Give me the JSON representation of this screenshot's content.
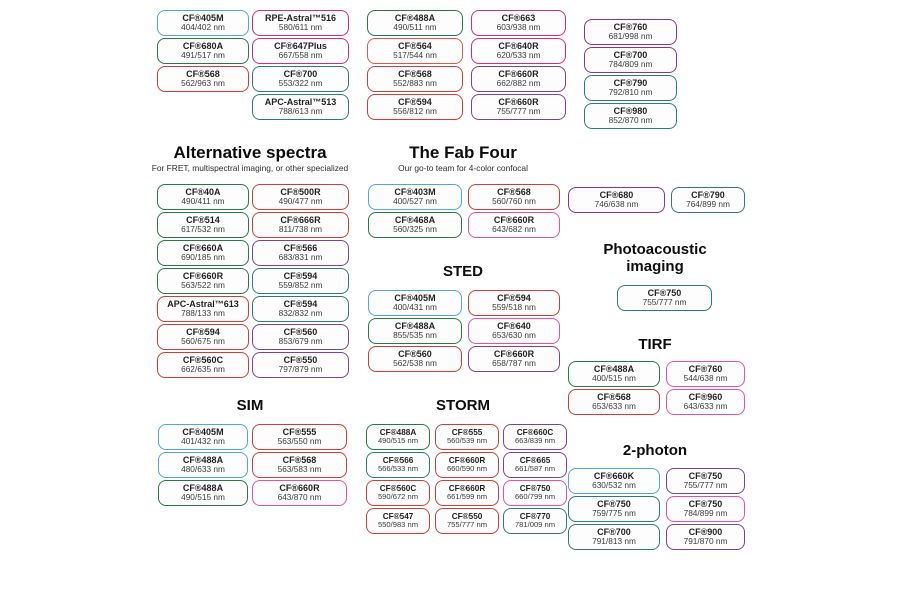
{
  "palette": {
    "blue": "#4aa8de",
    "green": "#27794a",
    "teal": "#2b7d72",
    "red": "#d63a34",
    "orange": "#e25847",
    "magenta": "#d52b7c",
    "pink": "#ec4fa0",
    "purple": "#7c3fa4",
    "violet": "#8e3190"
  },
  "top": {
    "cols": [
      [
        {
          "name": "CF®405M",
          "nm": "404/402 nm",
          "color": "blue"
        },
        {
          "name": "CF®680A",
          "nm": "491/517 nm",
          "color": "green"
        },
        {
          "name": "CF®568",
          "nm": "562/963 nm",
          "color": "red"
        }
      ],
      [
        {
          "name": "RPE-Astral™516",
          "nm": "580/611 nm",
          "color": "magenta"
        },
        {
          "name": "CF®647Plus",
          "nm": "667/558 nm",
          "color": "magenta"
        },
        {
          "name": "CF®700",
          "nm": "553/322 nm",
          "color": "teal"
        },
        {
          "name": "APC-Astral™513",
          "nm": "788/613 nm",
          "color": "teal"
        }
      ],
      [
        {
          "name": "CF®488A",
          "nm": "490/511 nm",
          "color": "green"
        },
        {
          "name": "CF®564",
          "nm": "517/544 nm",
          "color": "orange"
        },
        {
          "name": "CF®568",
          "nm": "552/883 nm",
          "color": "red"
        },
        {
          "name": "CF®594",
          "nm": "556/812 nm",
          "color": "red"
        }
      ],
      [
        {
          "name": "CF®663",
          "nm": "603/938 nm",
          "color": "magenta"
        },
        {
          "name": "CF®640R",
          "nm": "620/533 nm",
          "color": "magenta"
        },
        {
          "name": "CF®660R",
          "nm": "662/882 nm",
          "color": "purple"
        },
        {
          "name": "CF®660R",
          "nm": "755/777 nm",
          "color": "purple"
        }
      ],
      [
        {
          "name": "CF®760",
          "nm": "681/998 nm",
          "color": "violet"
        },
        {
          "name": "CF®700",
          "nm": "784/809 nm",
          "color": "violet"
        },
        {
          "name": "CF®790",
          "nm": "792/810 nm",
          "color": "teal"
        },
        {
          "name": "CF®980",
          "nm": "852/870 nm",
          "color": "teal"
        }
      ]
    ]
  },
  "alternative": {
    "title": "Alternative spectra",
    "subtitle": "For FRET, multispectral imaging, or other specialized",
    "cols": [
      [
        {
          "name": "CF®40A",
          "nm": "490/411 nm",
          "color": "green"
        },
        {
          "name": "CF®514",
          "nm": "617/532 nm",
          "color": "green"
        },
        {
          "name": "CF®660A",
          "nm": "690/185 nm",
          "color": "green"
        },
        {
          "name": "CF®660R",
          "nm": "563/522 nm",
          "color": "green"
        },
        {
          "name": "APC-Astral™613",
          "nm": "788/133 nm",
          "color": "red"
        },
        {
          "name": "CF®594",
          "nm": "560/675 nm",
          "color": "red"
        },
        {
          "name": "CF®560C",
          "nm": "662/635 nm",
          "color": "red"
        }
      ],
      [
        {
          "name": "CF®500R",
          "nm": "490/477 nm",
          "color": "red"
        },
        {
          "name": "CF®666R",
          "nm": "811/738 nm",
          "color": "red"
        },
        {
          "name": "CF®566",
          "nm": "683/831 nm",
          "color": "purple"
        },
        {
          "name": "CF®594",
          "nm": "559/852 nm",
          "color": "teal"
        },
        {
          "name": "CF®594",
          "nm": "832/832 nm",
          "color": "teal"
        },
        {
          "name": "CF®560",
          "nm": "853/679 nm",
          "color": "purple"
        },
        {
          "name": "CF®550",
          "nm": "797/879 nm",
          "color": "purple"
        }
      ]
    ]
  },
  "fab_four": {
    "title": "The Fab Four",
    "subtitle": "Our go-to team for 4-color confocal",
    "cols": [
      [
        {
          "name": "CF®403M",
          "nm": "400/527 nm",
          "color": "blue"
        },
        {
          "name": "CF®468A",
          "nm": "560/325 nm",
          "color": "green"
        }
      ],
      [
        {
          "name": "CF®568",
          "nm": "560/760 nm",
          "color": "red"
        },
        {
          "name": "CF®660R",
          "nm": "643/682 nm",
          "color": "pink"
        }
      ]
    ]
  },
  "sted": {
    "title": "STED",
    "cols": [
      [
        {
          "name": "CF®405M",
          "nm": "400/431 nm",
          "color": "blue"
        },
        {
          "name": "CF®488A",
          "nm": "855/535 nm",
          "color": "green"
        },
        {
          "name": "CF®560",
          "nm": "562/538 nm",
          "color": "red"
        }
      ],
      [
        {
          "name": "CF®594",
          "nm": "559/518 nm",
          "color": "red"
        },
        {
          "name": "CF®640",
          "nm": "653/630 nm",
          "color": "pink"
        },
        {
          "name": "CF®660R",
          "nm": "658/787 nm",
          "color": "purple"
        }
      ]
    ]
  },
  "nir": {
    "cols": [
      [
        {
          "name": "CF®680",
          "nm": "746/638 nm",
          "color": "violet"
        }
      ],
      [
        {
          "name": "CF®790",
          "nm": "764/899 nm",
          "color": "teal"
        }
      ]
    ]
  },
  "photoacoustic": {
    "title": "Photoacoustic imaging",
    "cols": [
      [
        {
          "name": "CF®750",
          "nm": "755/777 nm",
          "color": "teal"
        }
      ]
    ]
  },
  "tirf": {
    "title": "TIRF",
    "cols": [
      [
        {
          "name": "CF®488A",
          "nm": "400/515 nm",
          "color": "green"
        },
        {
          "name": "CF®568",
          "nm": "653/633 nm",
          "color": "red"
        }
      ],
      [
        {
          "name": "CF®760",
          "nm": "544/638 nm",
          "color": "pink"
        },
        {
          "name": "CF®960",
          "nm": "643/633 nm",
          "color": "pink"
        }
      ]
    ]
  },
  "sim": {
    "title": "SIM",
    "cols": [
      [
        {
          "name": "CF®405M",
          "nm": "401/432 nm",
          "color": "blue"
        },
        {
          "name": "CF®488A",
          "nm": "480/633 nm",
          "color": "blue"
        },
        {
          "name": "CF®488A",
          "nm": "490/515 nm",
          "color": "green"
        }
      ],
      [
        {
          "name": "CF®555",
          "nm": "563/550 nm",
          "color": "red"
        },
        {
          "name": "CF®568",
          "nm": "563/583 nm",
          "color": "red"
        },
        {
          "name": "CF®660R",
          "nm": "643/870 nm",
          "color": "pink"
        }
      ]
    ]
  },
  "storm": {
    "title": "STORM",
    "cols": [
      [
        {
          "name": "CF®488A",
          "nm": "490/515 nm",
          "color": "green"
        },
        {
          "name": "CF®566",
          "nm": "566/533 nm",
          "color": "teal"
        },
        {
          "name": "CF®560C",
          "nm": "590/672 nm",
          "color": "red"
        },
        {
          "name": "CF®547",
          "nm": "550/983 nm",
          "color": "red"
        }
      ],
      [
        {
          "name": "CF®555",
          "nm": "560/539 nm",
          "color": "red"
        },
        {
          "name": "CF®660R",
          "nm": "660/590 nm",
          "color": "red"
        },
        {
          "name": "CF®660R",
          "nm": "661/599 nm",
          "color": "red"
        },
        {
          "name": "CF®550",
          "nm": "755/777 nm",
          "color": "red"
        }
      ],
      [
        {
          "name": "CF®660C",
          "nm": "663/839 nm",
          "color": "purple"
        },
        {
          "name": "CF®665",
          "nm": "661/587 nm",
          "color": "purple"
        },
        {
          "name": "CF®750",
          "nm": "660/799 nm",
          "color": "pink"
        },
        {
          "name": "CF®770",
          "nm": "781/009 nm",
          "color": "teal"
        }
      ]
    ]
  },
  "two_photon": {
    "title": "2-photon",
    "cols": [
      [
        {
          "name": "CF®660K",
          "nm": "630/532 nm",
          "color": "blue"
        },
        {
          "name": "CF®750",
          "nm": "759/775 nm",
          "color": "teal"
        },
        {
          "name": "CF®700",
          "nm": "791/813 nm",
          "color": "teal"
        }
      ],
      [
        {
          "name": "CF®750",
          "nm": "755/777 nm",
          "color": "purple"
        },
        {
          "name": "CF®750",
          "nm": "784/899 nm",
          "color": "pink"
        },
        {
          "name": "CF®900",
          "nm": "791/870 nm",
          "color": "purple"
        }
      ]
    ]
  }
}
